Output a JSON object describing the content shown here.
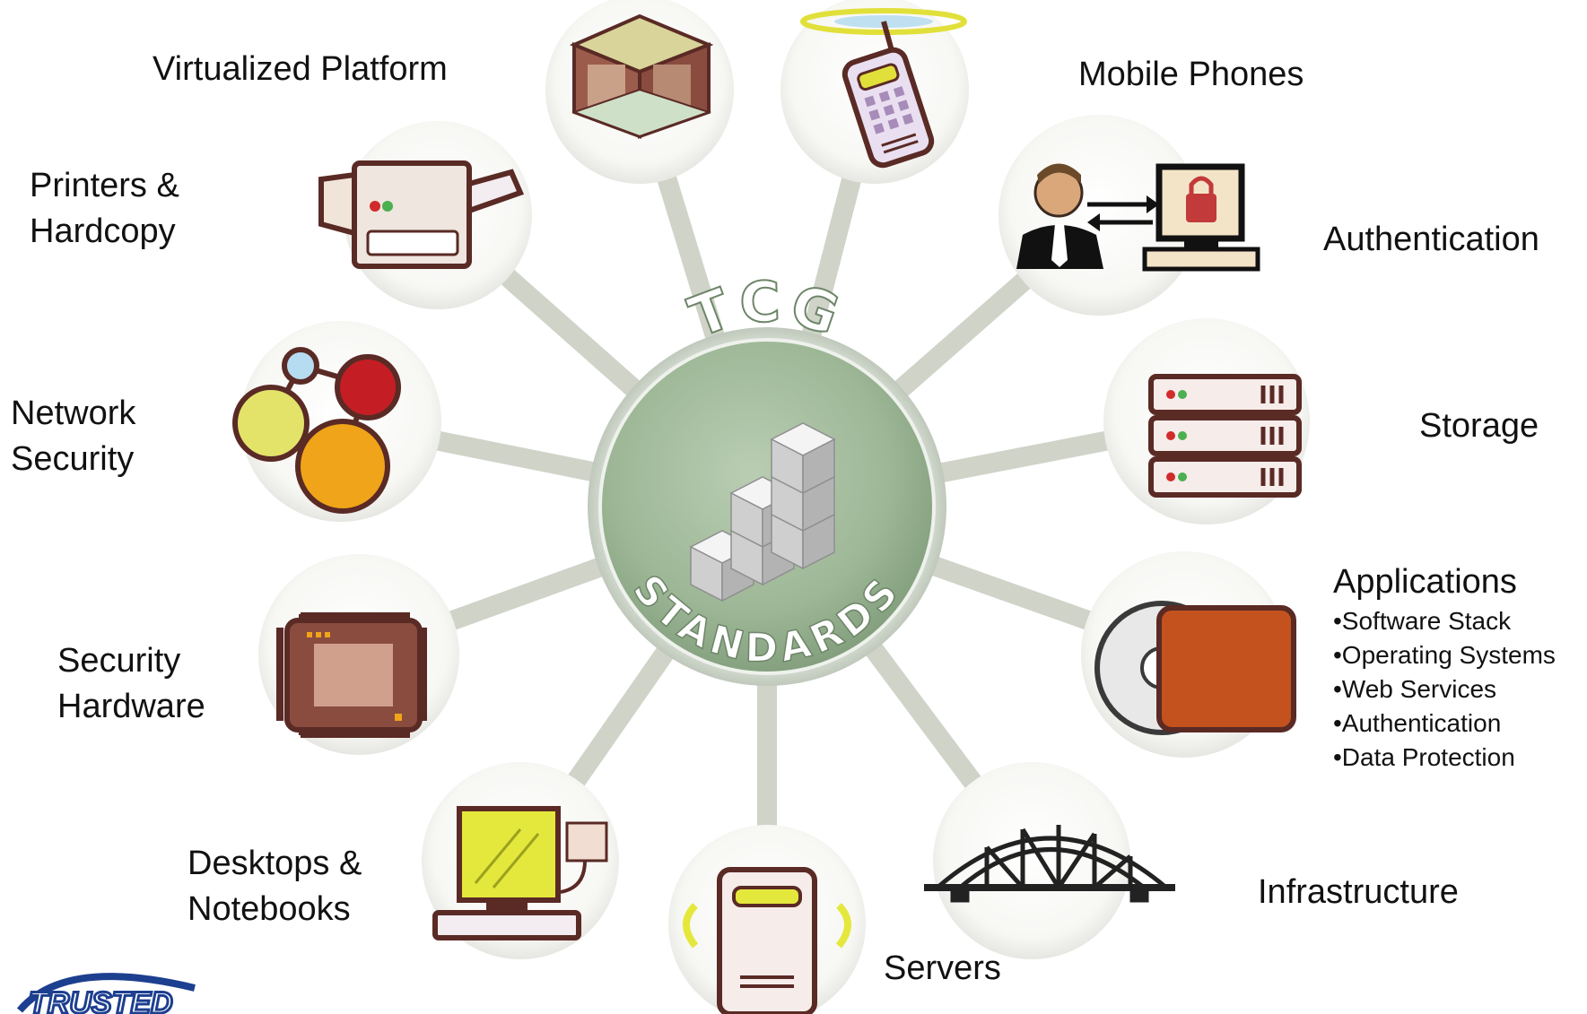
{
  "hub": {
    "top_text": "TCG",
    "bottom_text": "STANDARDS"
  },
  "labels": {
    "virtualized_platform": "Virtualized Platform",
    "mobile_phones": "Mobile Phones",
    "printers_line1": "Printers &",
    "printers_line2": "Hardcopy",
    "authentication": "Authentication",
    "network_line1": "Network",
    "network_line2": "Security",
    "storage": "Storage",
    "applications": "Applications",
    "applications_items": [
      "•Software Stack",
      "•Operating Systems",
      "•Web Services",
      "•Authentication",
      "•Data Protection"
    ],
    "security_hw_line1": "Security",
    "security_hw_line2": "Hardware",
    "desktops_line1": "Desktops &",
    "desktops_line2": "Notebooks",
    "infrastructure": "Infrastructure",
    "servers": "Servers"
  },
  "logo_text": "TRUSTED",
  "colors": {
    "hub_green": "#9db796",
    "icon_brown": "#6b2e2a",
    "accent_orange": "#d45a1f",
    "logo_blue": "#1d3f8f"
  }
}
